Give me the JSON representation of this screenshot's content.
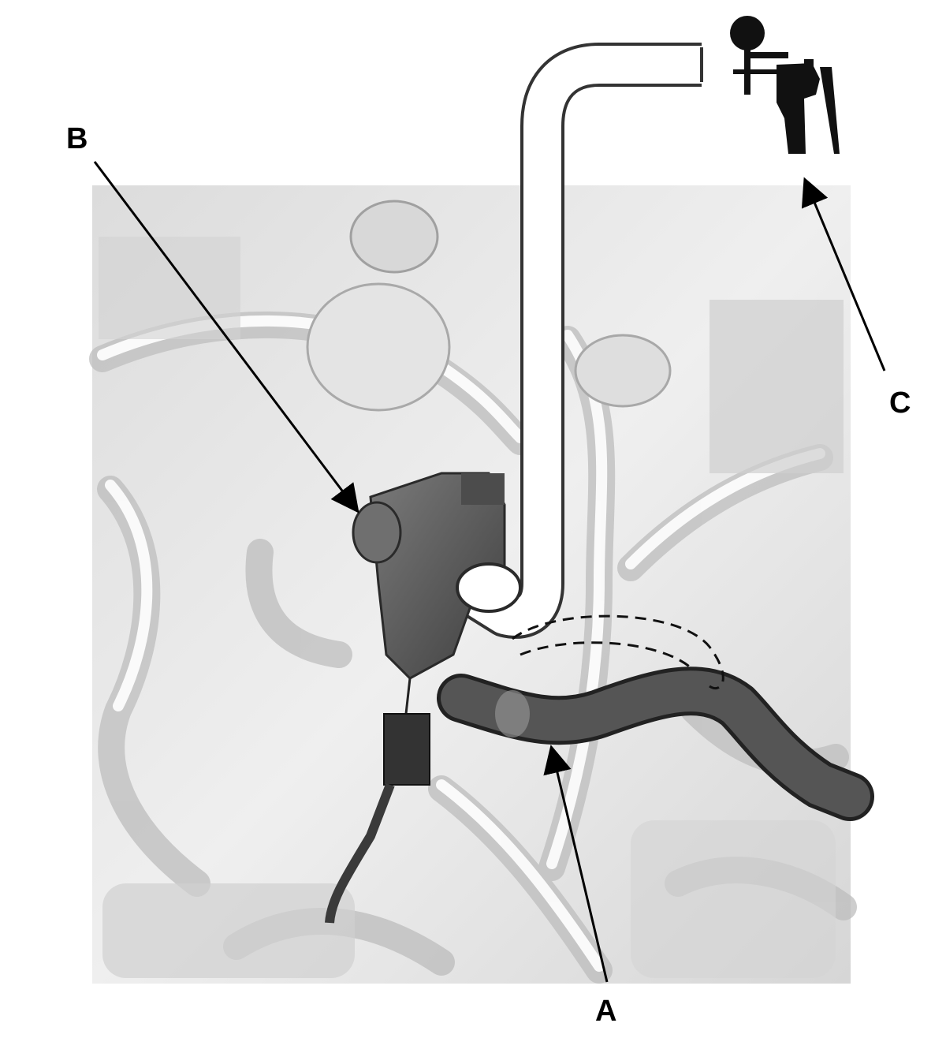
{
  "callouts": {
    "a": {
      "label": "A",
      "part": "hose"
    },
    "b": {
      "label": "B",
      "part": "valve-port"
    },
    "c": {
      "label": "C",
      "part": "vacuum-pump"
    }
  },
  "colors": {
    "background_panel": "#e9e9e9",
    "engine_light": "#f3f3f3",
    "engine_mid": "#c8c8c8",
    "component_dark": "#5a5a5a",
    "hose_dark": "#4b4b4b",
    "tool_black": "#111111"
  },
  "icons": {
    "vacuum_pump": "hand-vacuum-pump-icon"
  }
}
